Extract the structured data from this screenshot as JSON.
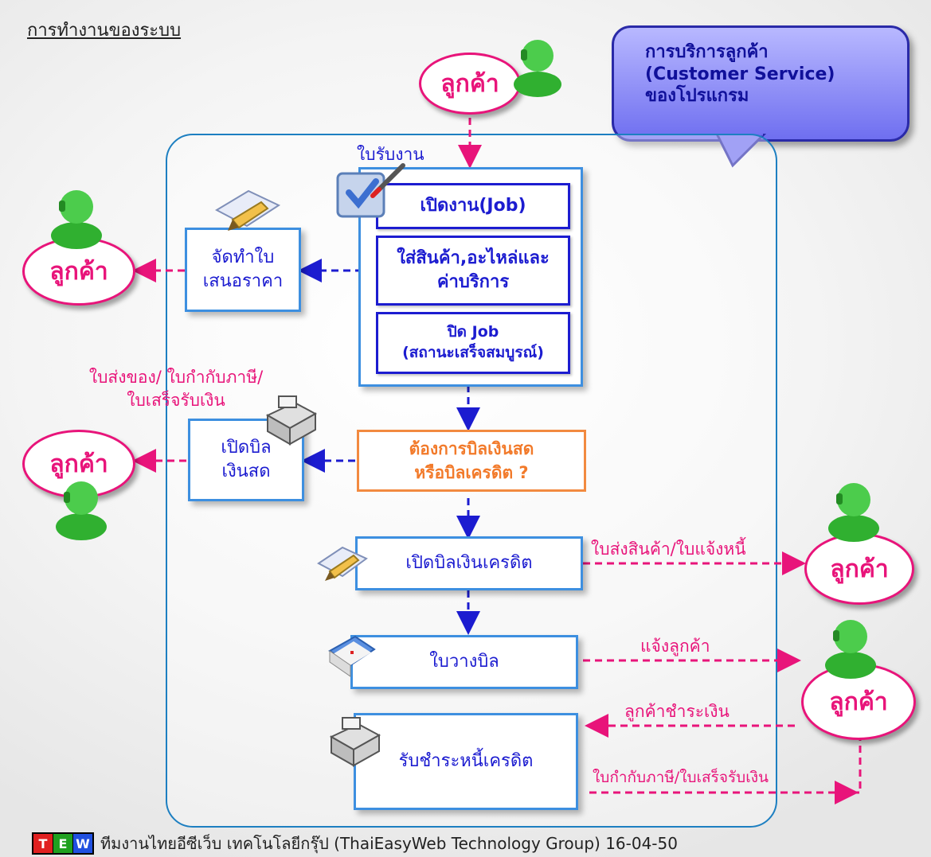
{
  "title": "การทำงานของระบบ",
  "speech": {
    "line1": "การบริการลูกค้า",
    "line2": "(Customer Service)",
    "line3": "ของโปรแกรม"
  },
  "customer_label": "ลูกค้า",
  "job_receipt_label": "ใบรับงาน",
  "job_steps": {
    "open_job": "เปิดงาน(Job)",
    "add_items_line1": "ใส่สินค้า,อะไหล่และ",
    "add_items_line2": "ค่าบริการ",
    "close_job_line1": "ปิด Job",
    "close_job_line2": "(สถานะเสร็จสมบูรณ์)"
  },
  "quotation": {
    "line1": "จัดทำใบ",
    "line2": "เสนอราคา"
  },
  "cash_docs": {
    "line1": "ใบส่งของ/ ใบกำกับภาษี/",
    "line2": "ใบเสร็จรับเงิน"
  },
  "cash_bill": {
    "line1": "เปิดบิล",
    "line2": "เงินสด"
  },
  "decision": {
    "line1": "ต้องการบิลเงินสด",
    "line2": "หรือบิลเครดิต ?"
  },
  "credit_bill": "เปิดบิลเงินเครดิต",
  "credit_docs": "ใบส่งสินค้า/ใบแจ้งหนี้",
  "billing_note": "ใบวางบิล",
  "notify_customer": "แจ้งลูกค้า",
  "customer_pays": "ลูกค้าชำระเงิน",
  "receive_payment": "รับชำระหนี้เครดิต",
  "tax_receipt": "ใบกำกับภาษี/ใบเสร็จรับเงิน",
  "footer": {
    "logo_letters": [
      "T",
      "E",
      "W"
    ],
    "text": "ทีมงานไทยอีซีเว็บ เทคโนโลยีกรุ๊ป (ThaiEasyWeb Technology Group) 16-04-50"
  },
  "colors": {
    "pink": "#e8147a",
    "blue": "#1c1cd0",
    "light_blue": "#3d8fe0",
    "orange": "#f28a40",
    "green": "#3fc13f",
    "logo_red": "#e02020",
    "logo_green": "#20a020",
    "logo_blue": "#2050e0"
  }
}
